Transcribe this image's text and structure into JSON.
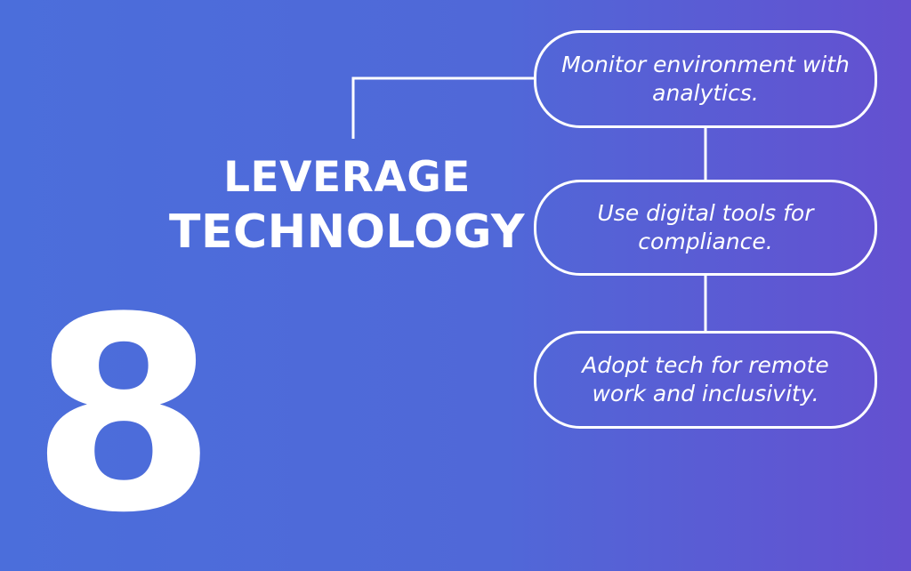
{
  "number": "8",
  "heading": {
    "line1": "LEVERAGE",
    "line2": "TECHNOLOGY"
  },
  "steps": [
    {
      "text": "Monitor environment with analytics."
    },
    {
      "text": "Use digital tools for compliance."
    },
    {
      "text": "Adopt tech for remote work and inclusivity."
    }
  ],
  "colors": {
    "background_start": "#4b6edb",
    "background_end": "#6450d0",
    "foreground": "#ffffff"
  }
}
